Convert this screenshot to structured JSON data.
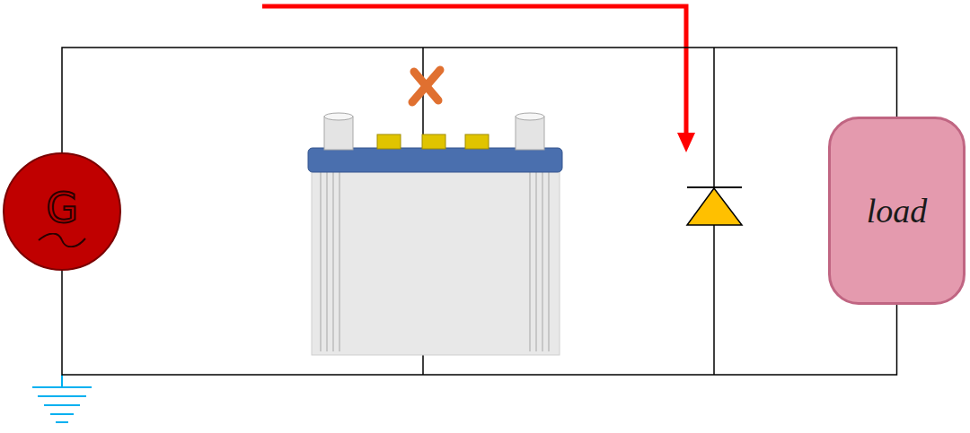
{
  "diagram": {
    "nodes": [
      {
        "text": [
          "G"
        ]
      },
      {
        "text": [
          "load"
        ]
      }
    ],
    "edges": [
      {
        "from": 0,
        "to": 1,
        "arrow": "none"
      },
      {
        "from": 0,
        "to": 1,
        "arrow": "none"
      }
    ]
  }
}
